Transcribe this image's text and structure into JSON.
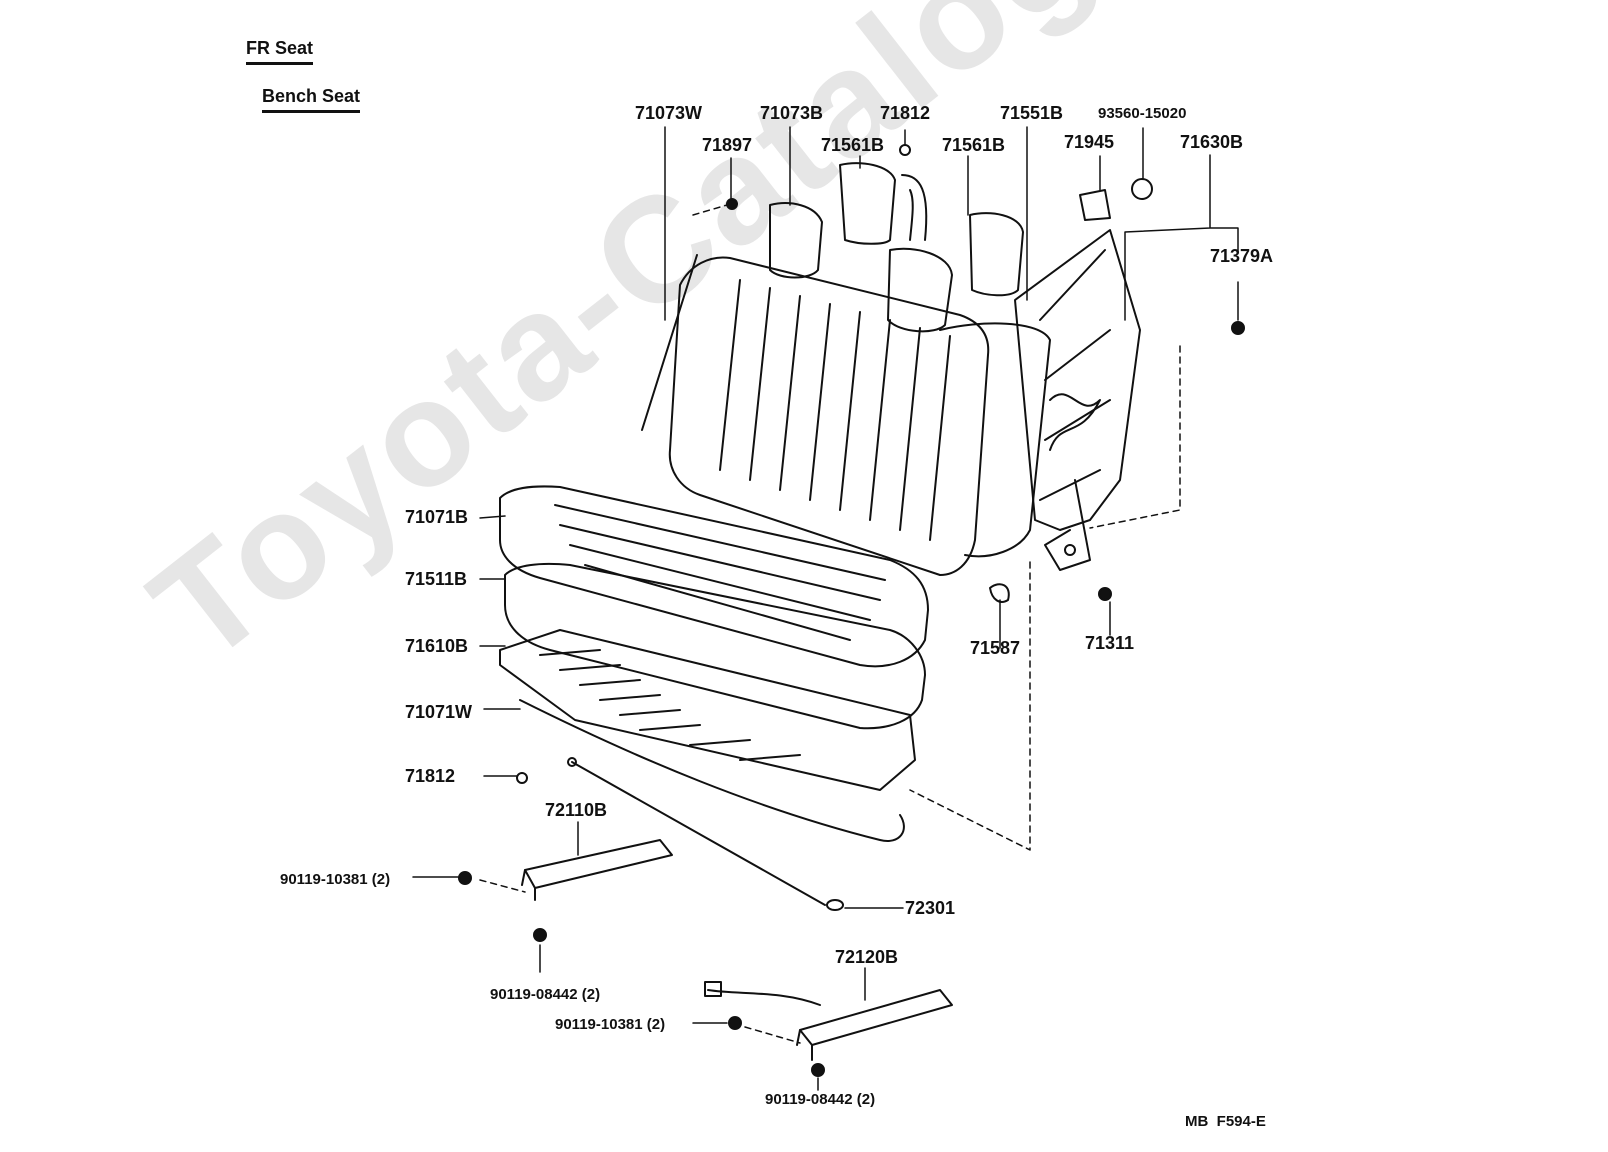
{
  "header": {
    "section": "FR Seat",
    "subsection": "Bench Seat"
  },
  "watermark": "Toyota-Catalogue.ru",
  "figure_code": "MB  F594-E",
  "parts": [
    "71073W",
    "71073B",
    "71812",
    "71551B",
    "93560-15020",
    "71897",
    "71561B",
    "71561B",
    "71945",
    "71630B",
    "71379A",
    "71071B",
    "71511B",
    "71610B",
    "71071W",
    "71812",
    "71587",
    "71311",
    "72110B",
    "90119-10381 (2)",
    "72301",
    "90119-08442 (2)",
    "72120B",
    "90119-10381 (2)",
    "90119-08442 (2)"
  ]
}
